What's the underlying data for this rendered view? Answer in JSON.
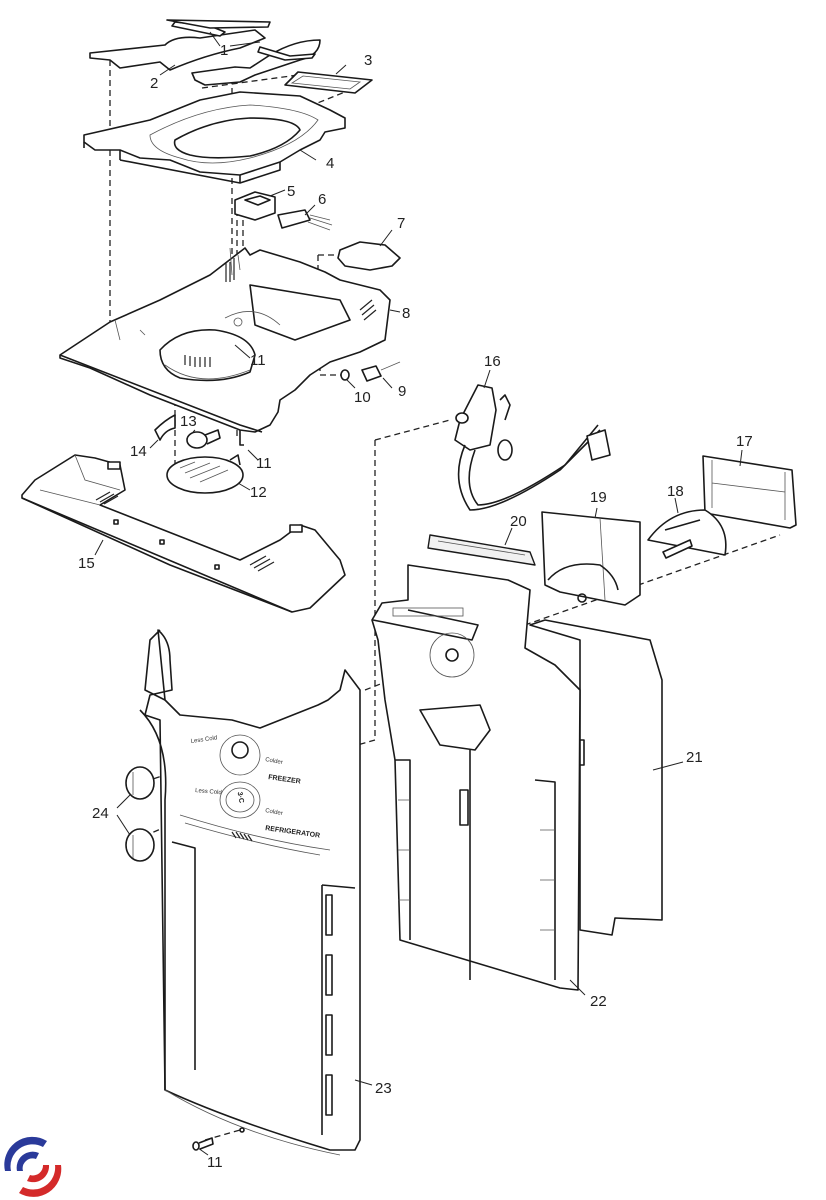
{
  "diagram": {
    "title": "Refrigerator control housing exploded parts diagram",
    "callouts": {
      "p1": "1",
      "p2": "2",
      "p3": "3",
      "p4": "4",
      "p5": "5",
      "p6": "6",
      "p7": "7",
      "p8": "8",
      "p9": "9",
      "p10": "10",
      "p11a": "11",
      "p11b": "11",
      "p11c": "11",
      "p12": "12",
      "p13": "13",
      "p14": "14",
      "p15": "15",
      "p16": "16",
      "p17": "17",
      "p18": "18",
      "p19": "19",
      "p20": "20",
      "p21": "21",
      "p22": "22",
      "p23": "23",
      "p24": "24"
    },
    "panel_labels": {
      "freezer_less_cold": "Less Cold",
      "freezer_colder": "Colder",
      "freezer": "FREEZER",
      "fridge_less_cold": "Less Cold",
      "fridge_colder": "Colder",
      "refrigerator": "REFRIGERATOR",
      "dial_mark": "3·C"
    }
  },
  "logo": {
    "colors": {
      "blue": "#2a3a9a",
      "red": "#d42a2a"
    }
  }
}
